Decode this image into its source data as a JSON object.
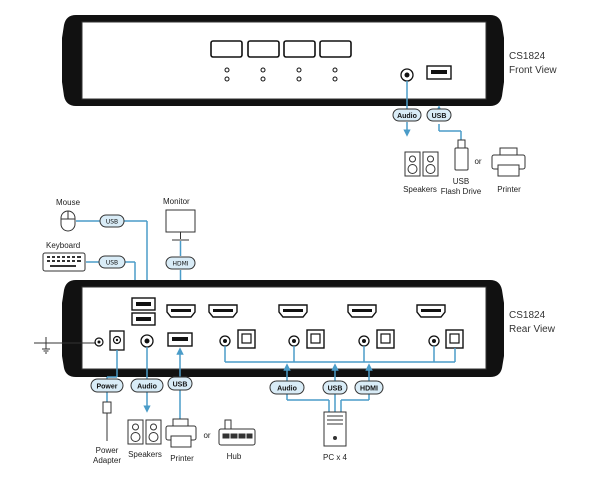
{
  "front": {
    "model": "CS1824",
    "view": "Front View"
  },
  "rear": {
    "model": "CS1824",
    "view": "Rear View"
  },
  "tags": {
    "audio": "Audio",
    "usb": "USB",
    "hdmi_top": "HDMI",
    "power": "Power",
    "hdmi": "HDMI"
  },
  "devices": {
    "speakers": "Speakers",
    "usb_flash_l1": "USB",
    "usb_flash_l2": "Flash Drive",
    "or": "or",
    "printer": "Printer",
    "mouse": "Mouse",
    "keyboard": "Keyboard",
    "monitor": "Monitor",
    "power_adapter_l1": "Power",
    "power_adapter_l2": "Adapter",
    "hub": "Hub",
    "pc": "PC x 4"
  },
  "colors": {
    "cable": "#4a9cc8",
    "outline": "#333333",
    "tag_fill": "#d9ecf7"
  }
}
